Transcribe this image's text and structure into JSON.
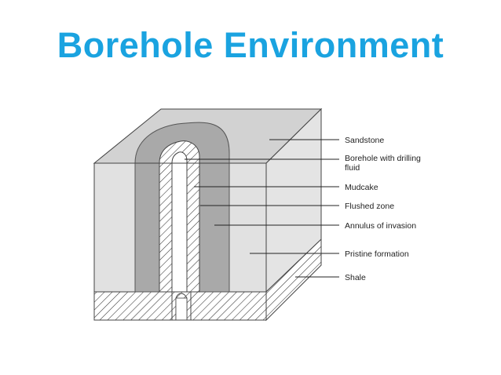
{
  "slide": {
    "title": "Borehole Environment",
    "title_color": "#1aa3e0"
  },
  "diagram": {
    "labels": [
      {
        "id": "sandstone",
        "lines": [
          "Sandstone"
        ]
      },
      {
        "id": "borehole",
        "lines": [
          "Borehole with drilling",
          "fluid"
        ]
      },
      {
        "id": "mudcake",
        "lines": [
          "Mudcake"
        ]
      },
      {
        "id": "flushed-zone",
        "lines": [
          "Flushed zone"
        ]
      },
      {
        "id": "annulus",
        "lines": [
          "Annulus of invasion"
        ]
      },
      {
        "id": "pristine",
        "lines": [
          "Pristine formation"
        ]
      },
      {
        "id": "shale",
        "lines": [
          "Shale"
        ]
      }
    ]
  }
}
